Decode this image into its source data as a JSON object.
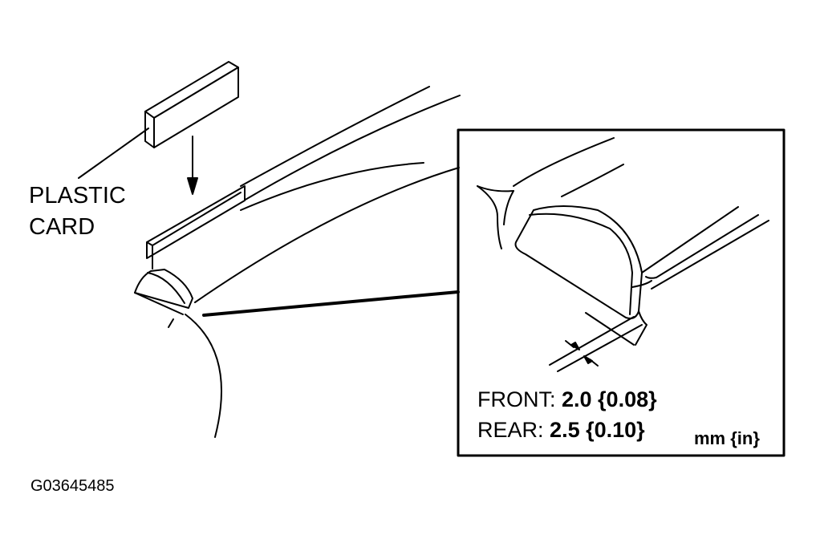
{
  "labels": {
    "plastic": "PLASTIC",
    "card": "CARD",
    "front_name": "FRONT:",
    "front_value": "2.0 {0.08}",
    "rear_name": "REAR:",
    "rear_value": "2.5 {0.10}",
    "units": "mm {in}",
    "figure_id": "G03645485"
  },
  "colors": {
    "ink": "#000000",
    "paper": "#ffffff"
  }
}
